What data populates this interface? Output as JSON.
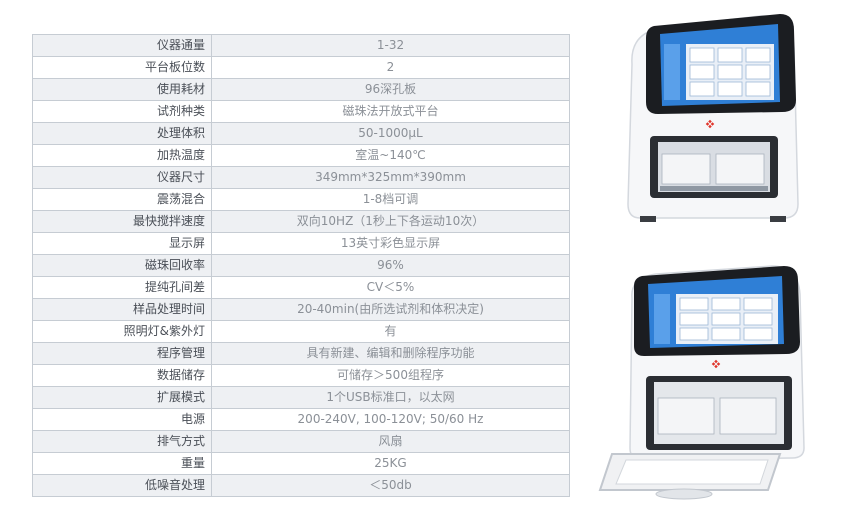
{
  "specs": [
    {
      "label": "仪器通量",
      "value": "1-32"
    },
    {
      "label": "平台板位数",
      "value": "2"
    },
    {
      "label": "使用耗材",
      "value": "96深孔板"
    },
    {
      "label": "试剂种类",
      "value": "磁珠法开放式平台"
    },
    {
      "label": "处理体积",
      "value": "50-1000μL"
    },
    {
      "label": "加热温度",
      "value": "室温~140℃"
    },
    {
      "label": "仪器尺寸",
      "value": "349mm*325mm*390mm"
    },
    {
      "label": "震荡混合",
      "value": "1-8档可调"
    },
    {
      "label": "最快搅拌速度",
      "value": "双向10HZ（1秒上下各运动10次）"
    },
    {
      "label": "显示屏",
      "value": "13英寸彩色显示屏"
    },
    {
      "label": "磁珠回收率",
      "value": "96%"
    },
    {
      "label": "提纯孔间差",
      "value": "CV＜5%"
    },
    {
      "label": "样品处理时间",
      "value": "20-40min(由所选试剂和体积决定)"
    },
    {
      "label": "照明灯&紫外灯",
      "value": "有"
    },
    {
      "label": "程序管理",
      "value": "具有新建、编辑和删除程序功能"
    },
    {
      "label": "数据储存",
      "value": "可储存＞500组程序"
    },
    {
      "label": "扩展模式",
      "value": "1个USB标准口，以太网"
    },
    {
      "label": "电源",
      "value": "200-240V, 100-120V; 50/60 Hz"
    },
    {
      "label": "排气方式",
      "value": "风扇"
    },
    {
      "label": "重量",
      "value": "25KG"
    },
    {
      "label": "低噪音处理",
      "value": "＜50db"
    }
  ],
  "colors": {
    "table_border": "#c6ccd3",
    "row_alt": "#eef0f3",
    "label_text": "#4a4f57",
    "value_text": "#8b9097",
    "screen_blue": "#2f7fd6",
    "bezel_dark": "#1b1d21",
    "logo_red": "#e0352b"
  },
  "images": {
    "product_closed": "instrument-closed-door",
    "product_open": "instrument-open-door"
  }
}
